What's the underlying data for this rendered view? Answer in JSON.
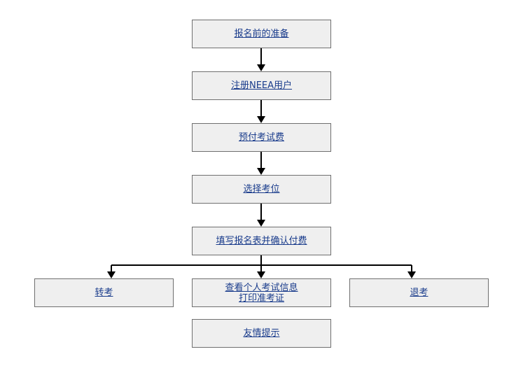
{
  "steps": {
    "prepare": "报名前的准备",
    "register": "注册NEEA用户",
    "prepay": "预付考试费",
    "select_seat": "选择考位",
    "fill_form": "填写报名表并确认付费",
    "transfer": "转考",
    "view_info_line1": "查看个人考试信息",
    "view_info_line2": "打印准考证",
    "withdraw": "退考",
    "tips": "友情提示"
  }
}
